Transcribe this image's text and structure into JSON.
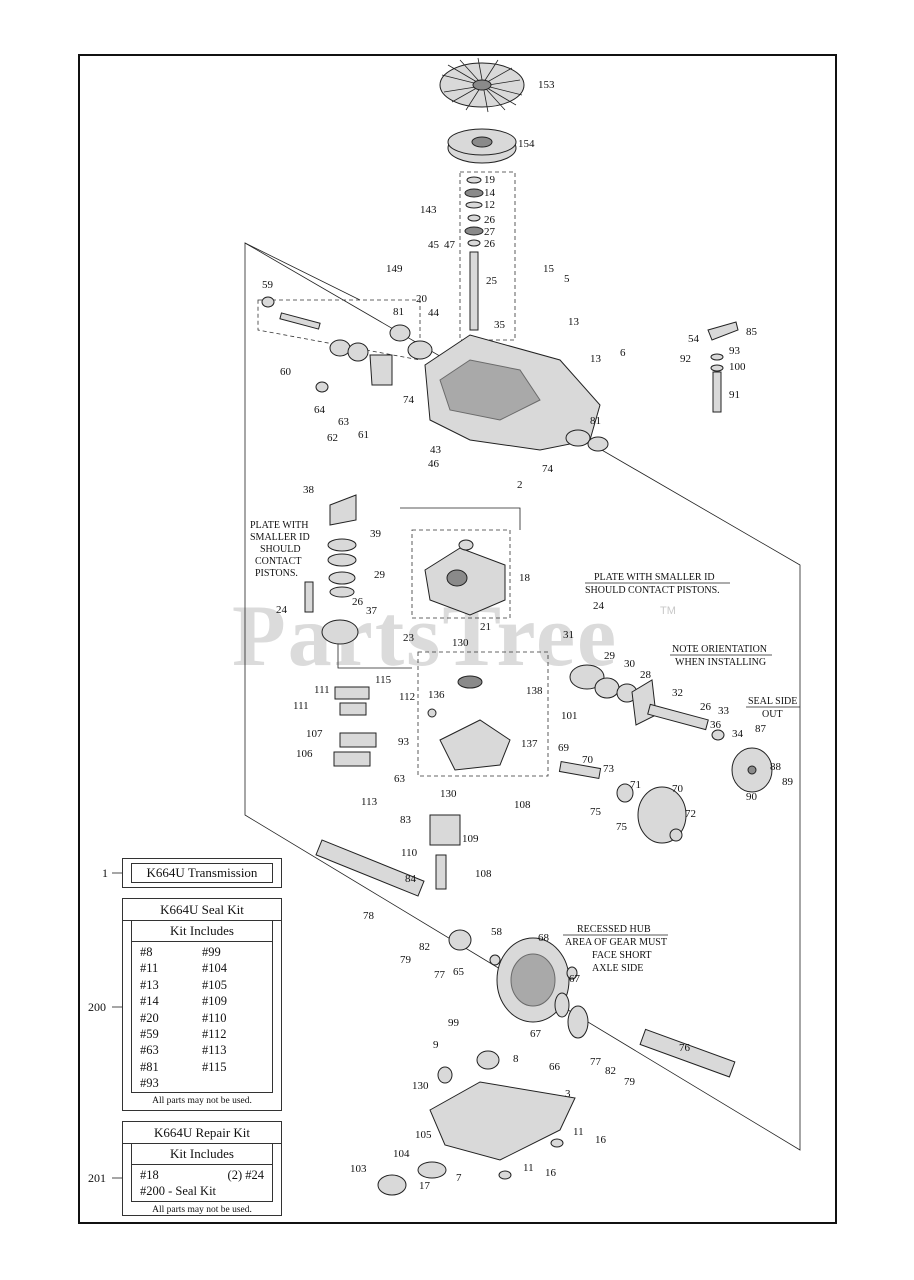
{
  "watermark": {
    "text": "PartsTree",
    "trademark": "TM"
  },
  "part_labels": [
    "153",
    "154",
    "19",
    "14",
    "12",
    "26",
    "27",
    "26",
    "143",
    "45",
    "47",
    "149",
    "25",
    "20",
    "44",
    "35",
    "15",
    "5",
    "13",
    "13",
    "6",
    "59",
    "81",
    "60",
    "64",
    "62",
    "63",
    "61",
    "74",
    "43",
    "46",
    "74",
    "2",
    "81",
    "54",
    "85",
    "92",
    "93",
    "100",
    "91",
    "38",
    "39",
    "29",
    "26",
    "37",
    "24",
    "18",
    "21",
    "23",
    "130",
    "31",
    "24",
    "29",
    "30",
    "28",
    "32",
    "26",
    "36",
    "33",
    "34",
    "87",
    "88",
    "89",
    "90",
    "115",
    "111",
    "112",
    "111",
    "136",
    "138",
    "101",
    "137",
    "107",
    "93",
    "106",
    "63",
    "113",
    "69",
    "70",
    "73",
    "75",
    "71",
    "70",
    "72",
    "75",
    "130",
    "108",
    "83",
    "109",
    "110",
    "84",
    "108",
    "78",
    "79",
    "82",
    "77",
    "65",
    "58",
    "68",
    "67",
    "67",
    "66",
    "77",
    "82",
    "79",
    "76",
    "99",
    "9",
    "8",
    "130",
    "3",
    "105",
    "11",
    "16",
    "104",
    "103",
    "17",
    "7",
    "11",
    "16"
  ],
  "notes": {
    "plate_left": [
      "PLATE WITH",
      "SMALLER ID",
      "SHOULD",
      "CONTACT",
      "PISTONS."
    ],
    "plate_right": [
      "PLATE WITH SMALLER ID",
      "SHOULD CONTACT PISTONS."
    ],
    "orientation": [
      "NOTE ORIENTATION",
      "WHEN INSTALLING"
    ],
    "seal_side": [
      "SEAL SIDE",
      "OUT"
    ],
    "recessed_hub": [
      "RECESSED HUB",
      "AREA OF GEAR MUST",
      "FACE SHORT",
      "AXLE SIDE"
    ]
  },
  "transmission_box": {
    "ref": "1",
    "label": "K664U Transmission"
  },
  "seal_kit": {
    "ref": "200",
    "title": "K664U Seal Kit",
    "subtitle": "Kit Includes",
    "items": [
      "#8",
      "#99",
      "#11",
      "#104",
      "#13",
      "#105",
      "#14",
      "#109",
      "#20",
      "#110",
      "#59",
      "#112",
      "#63",
      "#113",
      "#81",
      "#115",
      "#93",
      ""
    ],
    "footer": "All parts may not be used."
  },
  "repair_kit": {
    "ref": "201",
    "title": "K664U Repair Kit",
    "subtitle": "Kit Includes",
    "items": [
      "#18",
      "(2) #24",
      "#200 - Seal Kit",
      ""
    ],
    "footer": "All parts may not be used."
  }
}
